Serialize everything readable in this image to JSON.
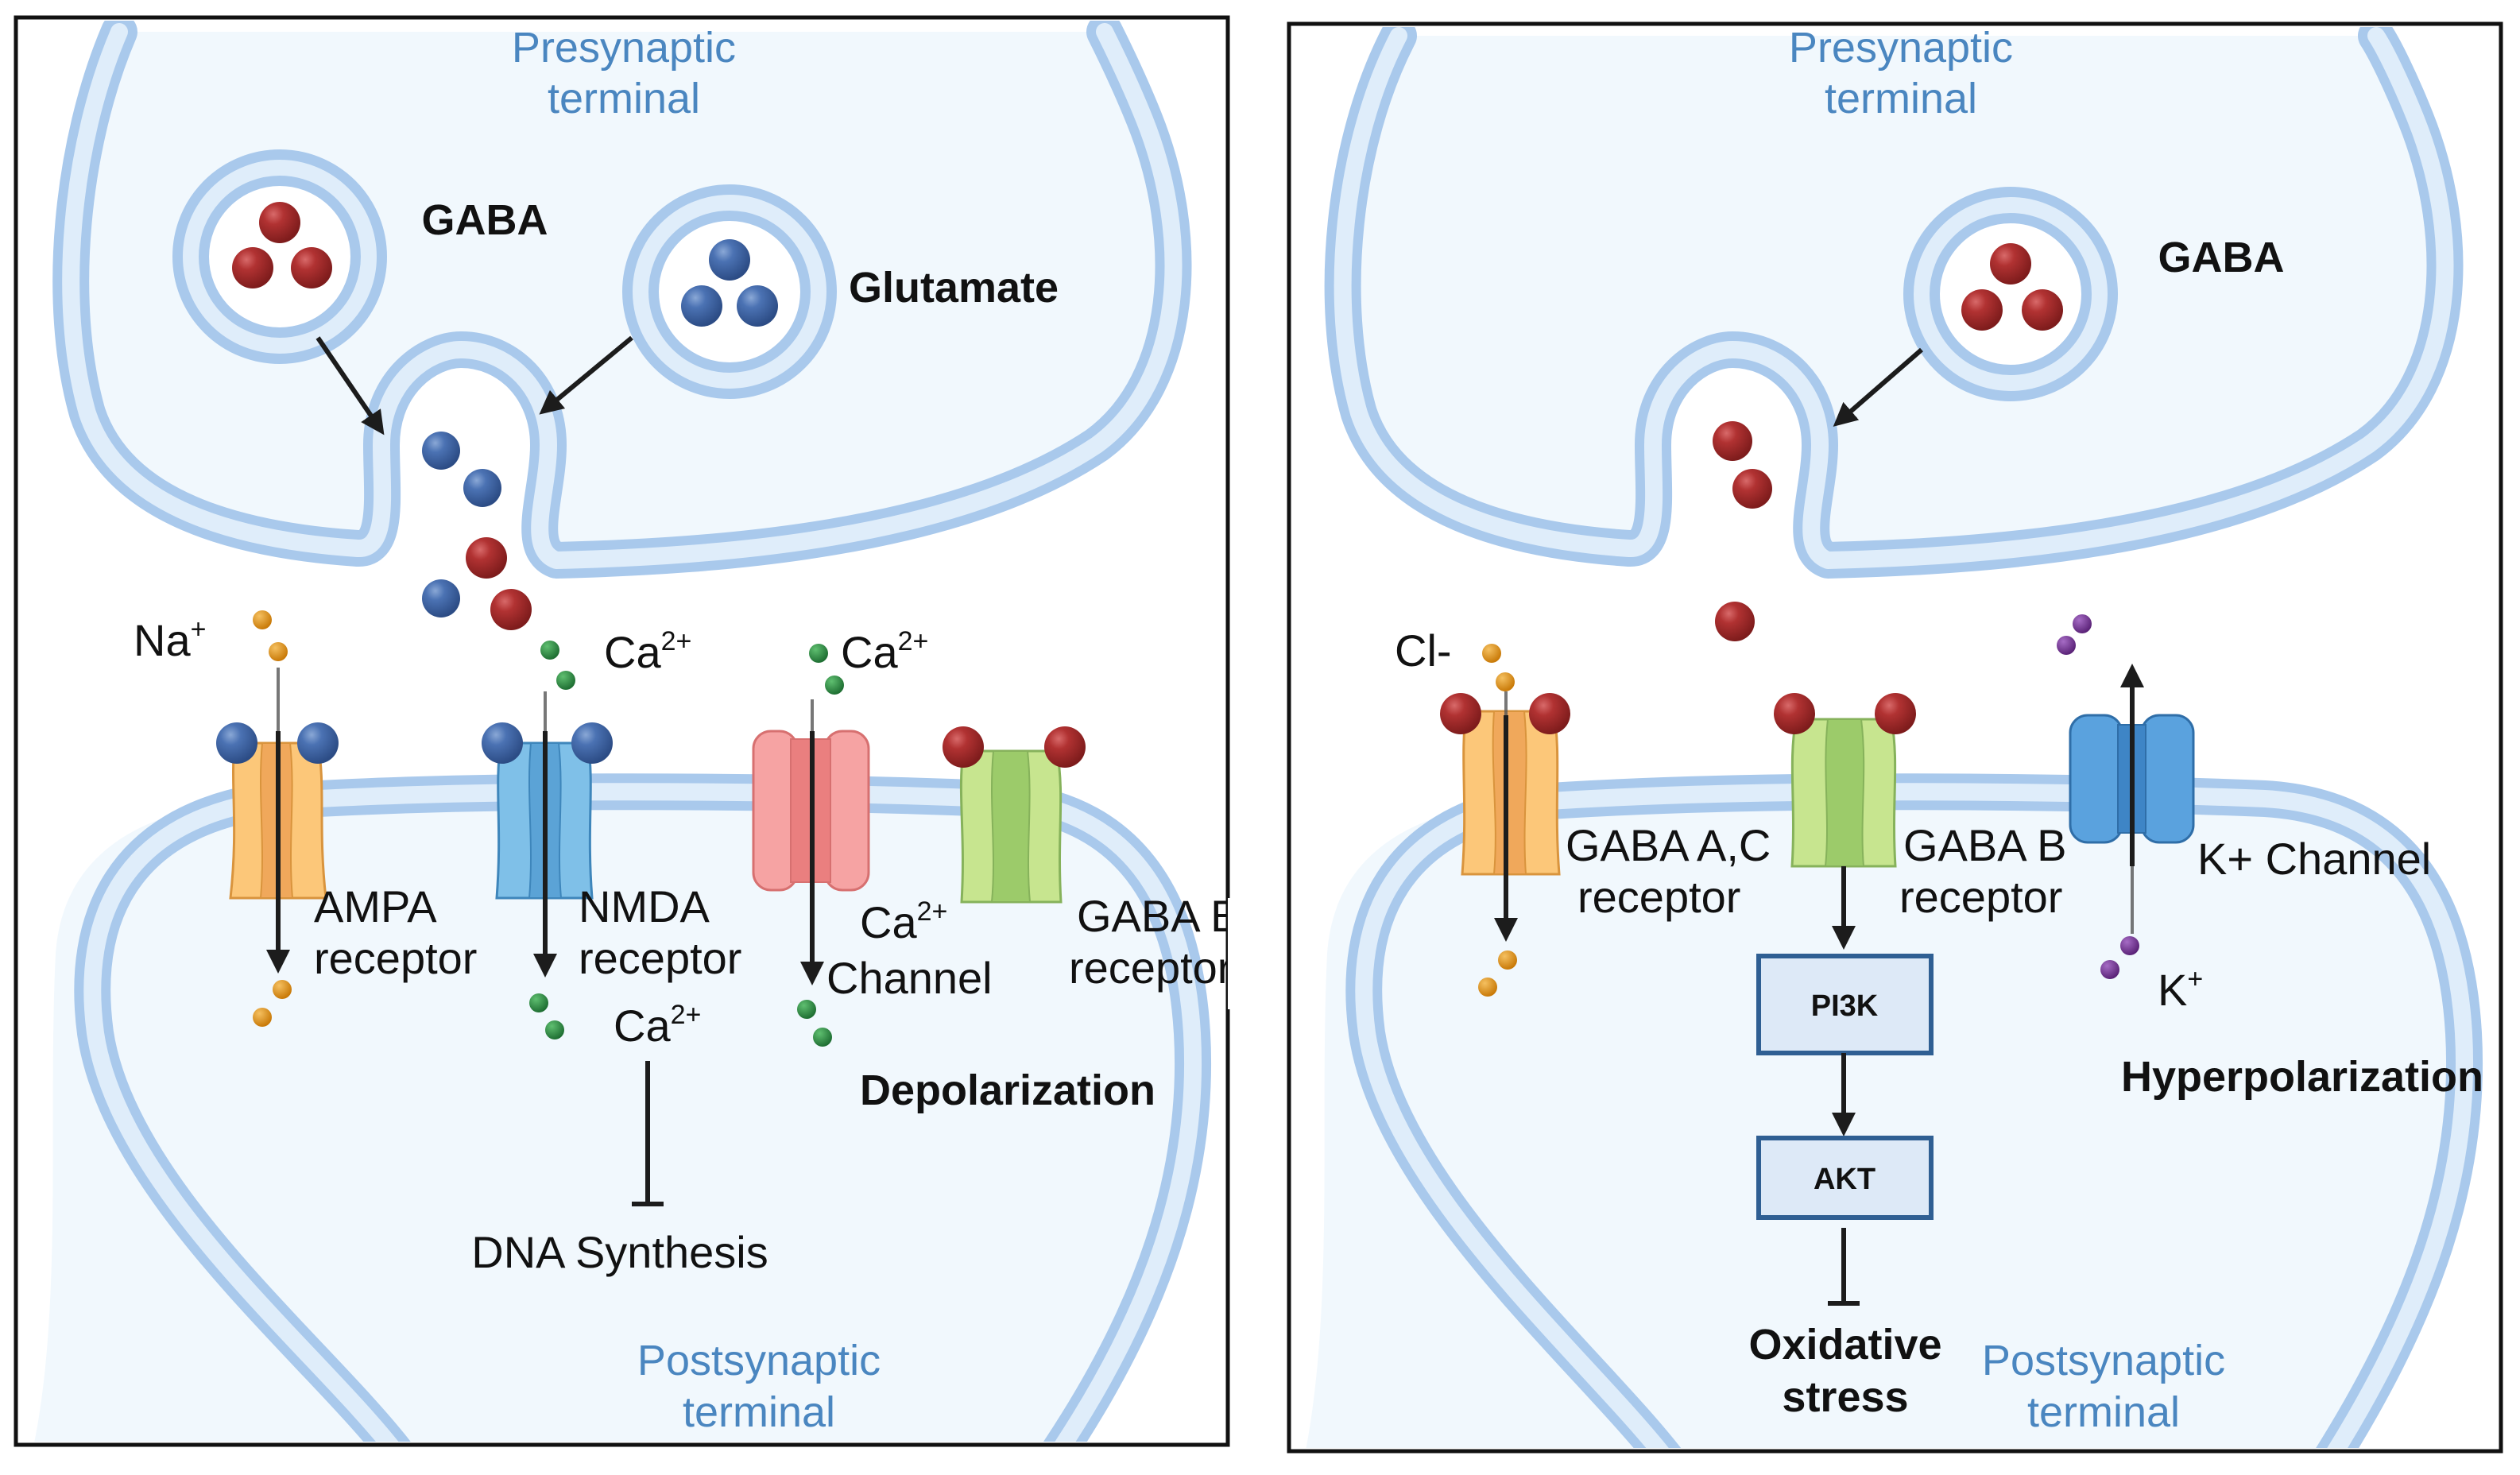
{
  "figure": {
    "panels": [
      {
        "id": "excitatory",
        "presynaptic_label": [
          "Presynaptic",
          "terminal"
        ],
        "postsynaptic_label": [
          "Postsynaptic",
          "terminal"
        ],
        "vesicles": [
          {
            "neurotransmitter": "GABA",
            "color": "#a52a2a"
          },
          {
            "neurotransmitter": "Glutamate",
            "color": "#3f68a8"
          }
        ],
        "ions": {
          "na": {
            "base": "Na",
            "sup": "+",
            "color": "#e0900f"
          },
          "ca_nmda": {
            "base": "Ca",
            "sup": "2+",
            "color": "#2e8b45"
          },
          "ca_channel": {
            "base": "Ca",
            "sup": "2+",
            "color": "#2e8b45"
          },
          "ca_inside": {
            "base": "Ca",
            "sup": "2+"
          }
        },
        "receptors": [
          {
            "name": "AMPA",
            "line2": "receptor",
            "color": "#fcc779"
          },
          {
            "name": "NMDA",
            "line2": "receptor",
            "color": "#7fc0e8"
          },
          {
            "name": "Channel",
            "prefix_base": "Ca",
            "prefix_sup": "2+",
            "color": "#f29a9a"
          },
          {
            "name": "GABA B",
            "line2": "receptor",
            "color": "#c7e58f"
          }
        ],
        "effects": {
          "depolarization": "Depolarization",
          "dna_synthesis": "DNA Synthesis"
        }
      },
      {
        "id": "inhibitory",
        "presynaptic_label": [
          "Presynaptic",
          "terminal"
        ],
        "postsynaptic_label": [
          "Postsynaptic",
          "terminal"
        ],
        "vesicles": [
          {
            "neurotransmitter": "GABA",
            "color": "#a52a2a"
          }
        ],
        "ions": {
          "cl": {
            "base": "Cl-",
            "color": "#e0900f"
          },
          "k_inside": {
            "base": "K",
            "sup": "+",
            "color": "#7b3a9a"
          }
        },
        "receptors": [
          {
            "name": "GABA A,C",
            "line2": "receptor",
            "color": "#fcc779"
          },
          {
            "name": "GABA B",
            "line2": "receptor",
            "color": "#c7e58f"
          },
          {
            "name": "K+ Channel",
            "color": "#5aa2de"
          }
        ],
        "pathway": {
          "step1": "PI3K",
          "step2": "AKT",
          "inhibits_line1": "Oxidative",
          "inhibits_line2": "stress"
        },
        "effects": {
          "hyperpolarization": "Hyperpolarization"
        }
      }
    ],
    "colors": {
      "membrane": "#a9c9ec",
      "membrane_inner": "#dfedfa",
      "cytoplasm": "#f1f8fd",
      "label_blue": "#4a86c0",
      "gaba_ball": "#a52a2a",
      "glutamate_ball": "#3f68a8"
    }
  }
}
